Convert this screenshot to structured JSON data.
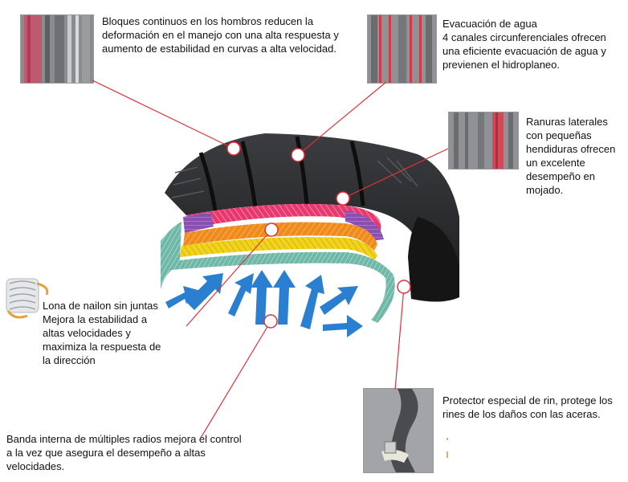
{
  "callouts": {
    "shoulder_blocks": "Bloques continuos en los hombros reducen la deformación en el manejo con una alta respuesta y aumento de estabilidad en curvas a alta velocidad.",
    "water_title": "Evacuación de agua",
    "water_text": "4 canales circunferenciales ofrecen una eficiente evacuación de agua y previenen el hidroplaneo.",
    "lateral_grooves": "Ranuras laterales con pequeñas hendiduras ofrecen un excelente desempeño en mojado.",
    "nylon_title": "Lona de nailon sin juntas",
    "nylon_text": "Mejora la estabilidad a altas velocidades y maximiza la respuesta de la dirección",
    "inner_band": "Banda interna de múltiples radios mejora el control a la vez que asegura el desempeño a altas velocidades.",
    "rim_protector": "Protector especial de rin, protege los rines de los daños con las aceras."
  },
  "colors": {
    "callout_line": "#e0303a",
    "marker_fill": "#ffffff",
    "marker_stroke": "#e0303a",
    "tread": "#2c2c2e",
    "layer_pink": "#e8386e",
    "layer_orange": "#f08a1c",
    "layer_yellow": "#f2d21a",
    "layer_purple": "#8a4fb0",
    "layer_teal": "#6fb8a8",
    "arrow_blue": "#2a7fd0"
  },
  "icons": {
    "shoulder_thumb": "tread-shoulder-thumbnail",
    "water_thumb": "tread-channels-thumbnail",
    "lateral_thumb": "tread-lateral-groove-thumbnail",
    "nylon_thumb": "nylon-ply-roll-icon",
    "rim_thumb": "rim-protector-cross-section"
  }
}
